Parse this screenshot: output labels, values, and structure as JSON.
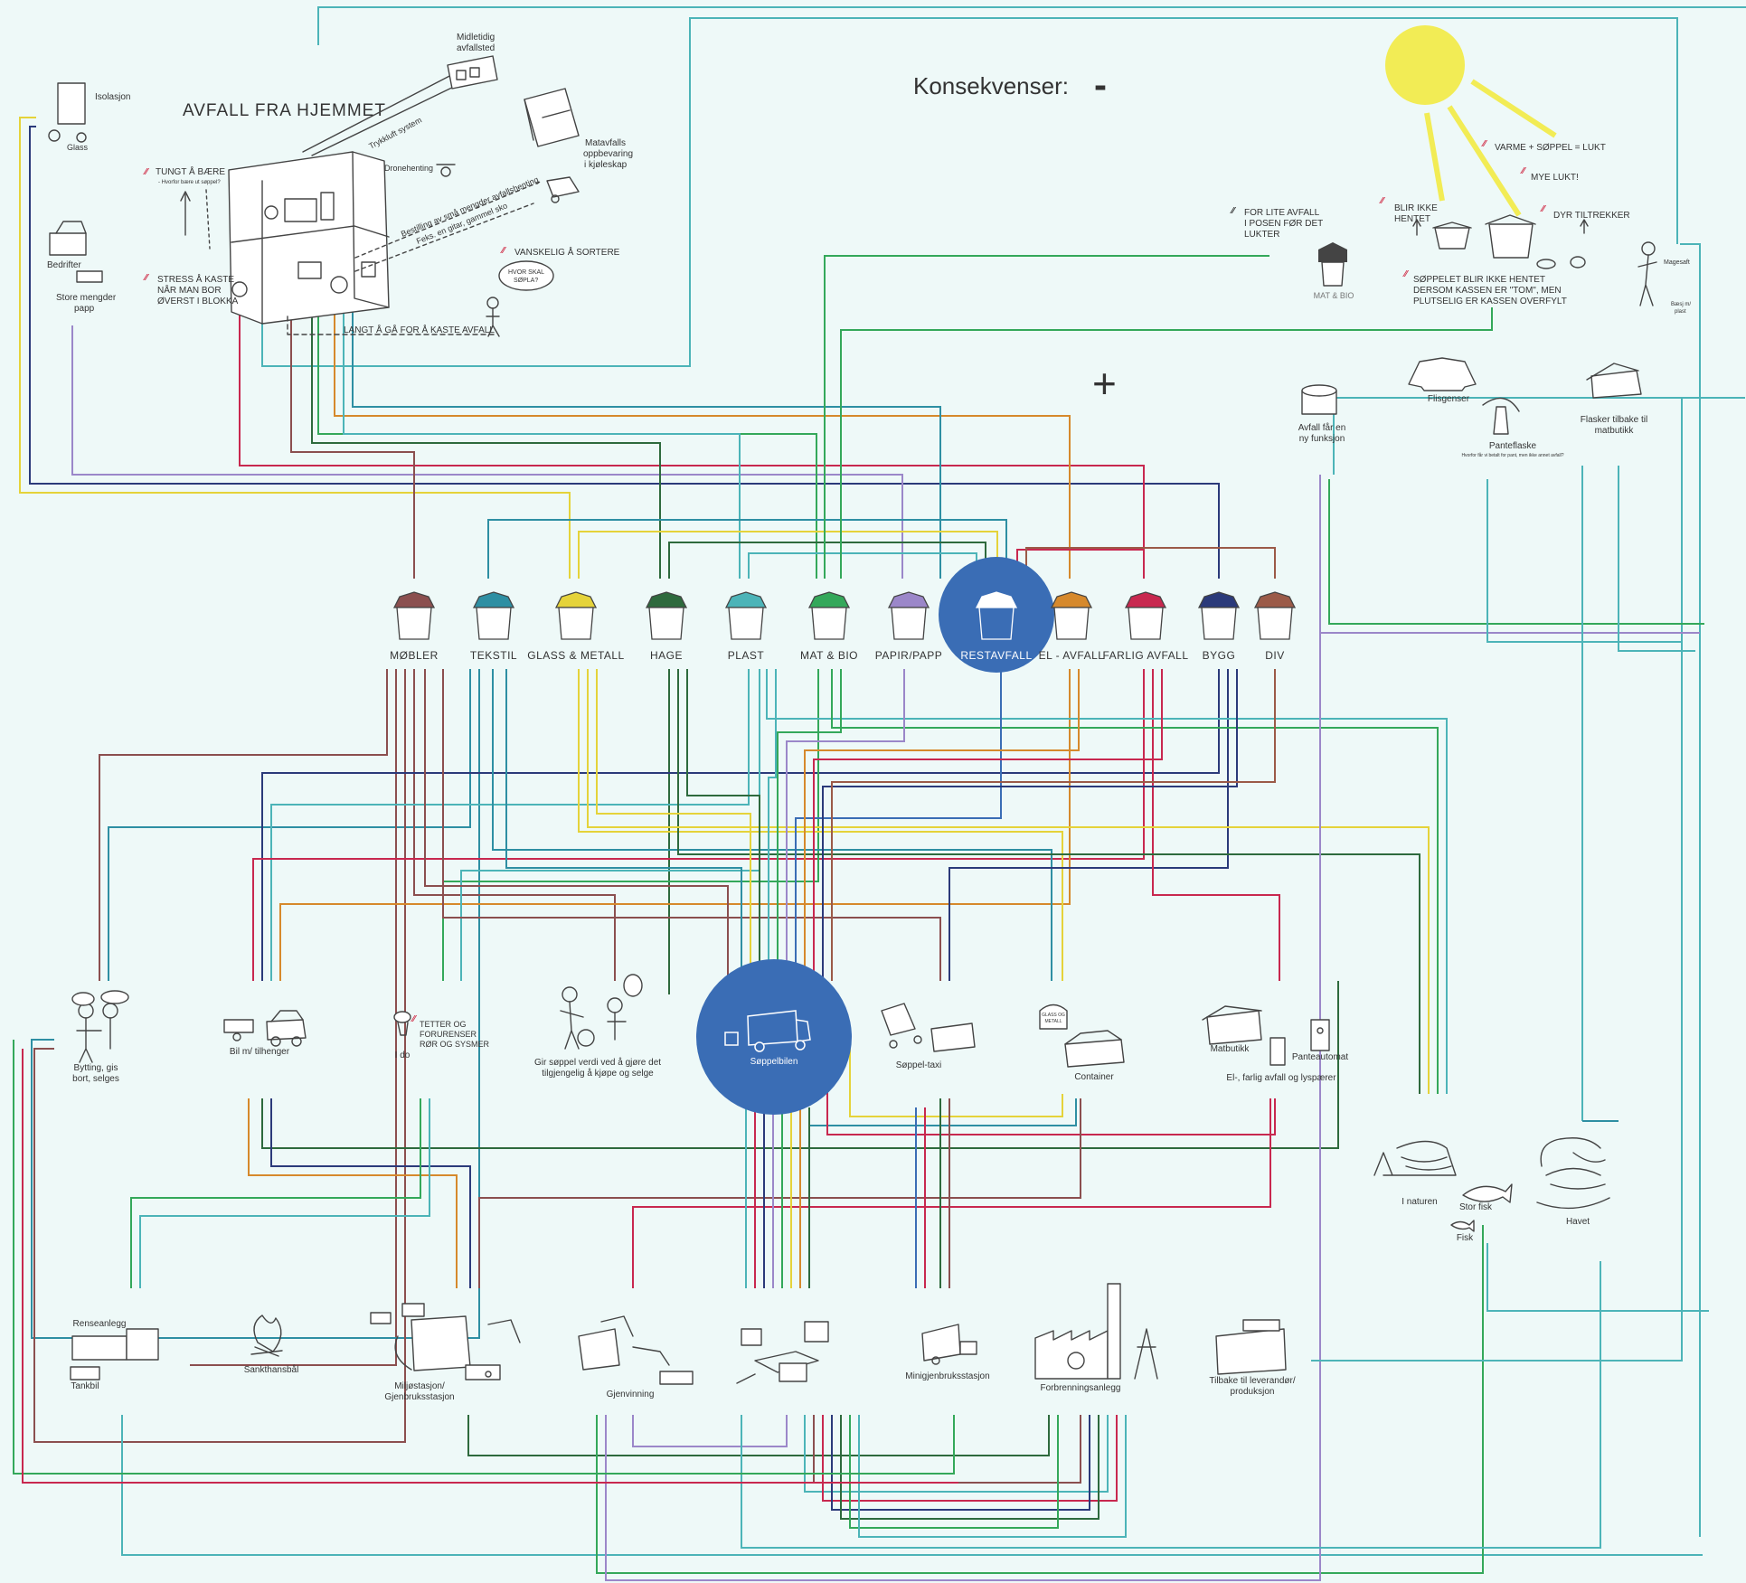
{
  "title": "AVFALL FRA HJEMMET",
  "consequences": {
    "heading": "Konsekvenser:",
    "minus": "-",
    "plus": "+"
  },
  "home_labels": {
    "isolasjon": "Isolasjon",
    "glass": "Glass",
    "bedrifter": "Bedrifter",
    "store_mengder": [
      "Store mengder",
      "papp"
    ],
    "midlertidig": [
      "Midletidig",
      "avfallsted"
    ],
    "matavfall": [
      "Matavfalls",
      "oppbevaring",
      "i kjøleskap"
    ],
    "trykkluft": "Trykkluft system",
    "dronehenting": "Dronehenting",
    "bestilling": [
      "Bestilling av små mengder avfallshenting",
      "Feks. en gitar, gammel sko"
    ],
    "tungt": "TUNGT Å BÆRE",
    "tungt_sub": "- Hvorfor bære ut søppel?",
    "stress": [
      "STRESS Å KASTE",
      "NÅR MAN BOR",
      "ØVERST I BLOKKA"
    ],
    "vanskelig": "VANSKELIG Å SORTERE",
    "hvor_skal": [
      "HVOR SKAL",
      "SØPLA?"
    ],
    "langt": "LANGT Å GÅ FOR Å KASTE AVFALL"
  },
  "negatives": {
    "for_lite": [
      "FOR LITE AVFALL",
      "I POSEN FØR DET",
      "LUKTER"
    ],
    "mat_bio": "MAT & BIO",
    "blir_ikke": [
      "BLIR IKKE",
      "HENTET"
    ],
    "varme": "VARME + SØPPEL = LUKT",
    "mye_lukt": "MYE LUKT!",
    "dyr": "DYR TILTREKKER",
    "soppelet": [
      "SØPPELET BLIR IKKE HENTET",
      "DERSOM KASSEN ER \"TOM\", MEN",
      "PLUTSELIG ER KASSEN OVERFYLT"
    ],
    "magesaft": "Magesaft",
    "baer": [
      "Bæsj m/",
      "plast"
    ]
  },
  "positives": {
    "ny_funksjon": [
      "Avfall får en",
      "ny funksjon"
    ],
    "flisgenser": "Flisgenser",
    "panteflaske": "Panteflaske",
    "panteflaske_sub": "Hvorfor får vi betalt for pant,\nmen ikke annet avfall?",
    "flasker": [
      "Flasker tilbake til",
      "matbutikk"
    ]
  },
  "bins": [
    {
      "label": "MØBLER",
      "color": "#8b4f4f"
    },
    {
      "label": "TEKSTIL",
      "color": "#2e8fa3"
    },
    {
      "label": "GLASS & METALL",
      "color": "#e5d33a"
    },
    {
      "label": "HAGE",
      "color": "#2e6a3d"
    },
    {
      "label": "PLAST",
      "color": "#4cb4b8"
    },
    {
      "label": "MAT & BIO",
      "color": "#34a85a"
    },
    {
      "label": "PAPIR/PAPP",
      "color": "#9b87c9"
    },
    {
      "label": "RESTAVFALL",
      "color": "#3a6db5"
    },
    {
      "label": "EL - AVFALL",
      "color": "#d6892c"
    },
    {
      "label": "FARLIG AVFALL",
      "color": "#c8284f"
    },
    {
      "label": "BYGG",
      "color": "#2b3a7a"
    },
    {
      "label": "DIV",
      "color": "#9b5a48"
    }
  ],
  "middle_nodes": {
    "bytting": [
      "Bytting, gis",
      "bort, selges"
    ],
    "bil": "Bil m/ tilhenger",
    "ido": "I do",
    "tetter": [
      "TETTER OG",
      "FORURENSER",
      "RØR OG SYSMER"
    ],
    "gir": [
      "Gir søppel verdi ved å gjøre det",
      "tilgjengelig å kjøpe og selge"
    ],
    "soppelbilen": "Søppelbilen",
    "taxi": "Søppel-taxi",
    "container": "Container",
    "glass_metall_bin": [
      "GLASS OG",
      "METALL"
    ],
    "matbutikk": "Matbutikk",
    "panteautomat": "Panteautomat",
    "el_farlig": "El-, farlig avfall og lyspærer",
    "i_naturen": "I naturen",
    "stor_fisk": "Stor fisk",
    "fisk": "Fisk",
    "havet": "Havet"
  },
  "bottom_nodes": {
    "renseanlegg": "Renseanlegg",
    "tankbil": "Tankbil",
    "sankthansbal": "Sankthansbål",
    "miljostasjon": [
      "Miljøstasjon/",
      "Gjenbruksstasjon"
    ],
    "gjenvinning": "Gjenvinning",
    "minigjenbruk": "Minigjenbruksstasjon",
    "forbrenning": "Forbrenningsanlegg",
    "tilbake": [
      "Tilbake til leverandør/",
      "produksjon"
    ]
  },
  "colors": {
    "background": "#eef9f8",
    "highlight_circle": "#3a6db5",
    "sun": "#f2ec55",
    "negative_mark": "#d0304a"
  }
}
